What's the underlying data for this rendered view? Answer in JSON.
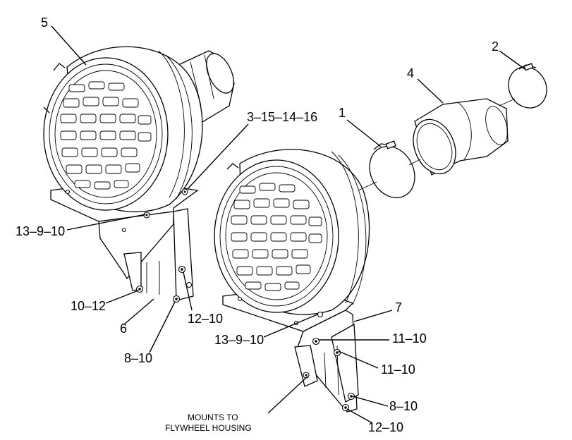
{
  "callouts": {
    "c5": "5",
    "c3_15_14_16": "3–15–14–16",
    "c13_9_10_left": "13–9–10",
    "c10_12": "10–12",
    "c6": "6",
    "c12_10_left": "12–10",
    "c8_10_left": "8–10",
    "c1": "1",
    "c4": "4",
    "c2": "2",
    "c7": "7",
    "c13_9_10_right": "13–9–10",
    "c11_10_a": "11–10",
    "c11_10_b": "11–10",
    "c8_10_right": "8–10",
    "c12_10_right": "12–10"
  },
  "note": {
    "line1": "MOUNTS TO",
    "line2": "FLYWHEEL HOUSING"
  },
  "colors": {
    "ink": "#000000",
    "paper": "#ffffff"
  }
}
